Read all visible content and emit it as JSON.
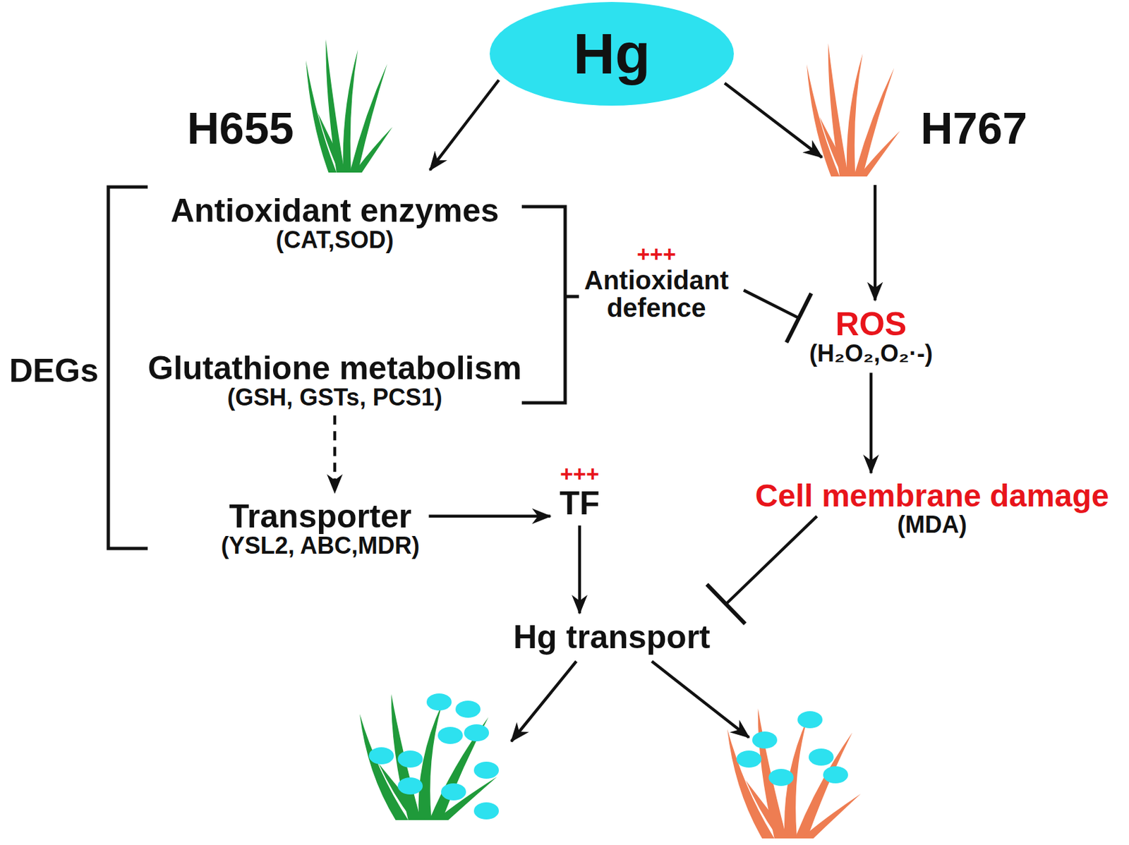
{
  "diagram": {
    "nodes": [
      {
        "text": [
          "Hg"
        ]
      },
      {
        "text": [
          "H655"
        ]
      },
      {
        "text": [
          "H767"
        ]
      },
      {
        "text": [
          "Antioxidant enzymes",
          "(CAT,SOD)"
        ]
      },
      {
        "text": [
          "+++",
          "Antioxidant defence"
        ]
      },
      {
        "text": [
          "ROS",
          "(H₂O₂,O₂·-)"
        ]
      },
      {
        "text": [
          "Glutathione metabolism",
          "(GSH, GSTs, PCS1)"
        ]
      },
      {
        "text": [
          "Transporter",
          "(YSL2, ABC,MDR)"
        ]
      },
      {
        "text": [
          "+++",
          "TF"
        ]
      },
      {
        "text": [
          "Cell membrane damage",
          "(MDA)"
        ]
      },
      {
        "text": [
          "Hg transport"
        ]
      }
    ],
    "edges": [
      {
        "from": 0,
        "to": 1,
        "arrow": "to"
      },
      {
        "from": 0,
        "to": 2,
        "arrow": "to"
      },
      {
        "from": 2,
        "to": 5,
        "arrow": "to"
      },
      {
        "from": 4,
        "to": 5,
        "arrow": "to"
      },
      {
        "from": 5,
        "to": 9,
        "arrow": "to"
      },
      {
        "from": 6,
        "to": 7,
        "arrow": "to"
      },
      {
        "from": 7,
        "to": 8,
        "arrow": "to"
      },
      {
        "from": 8,
        "to": 10,
        "arrow": "to"
      },
      {
        "from": 9,
        "to": 10,
        "arrow": "to"
      }
    ],
    "labels": [
      "DEGs"
    ]
  }
}
